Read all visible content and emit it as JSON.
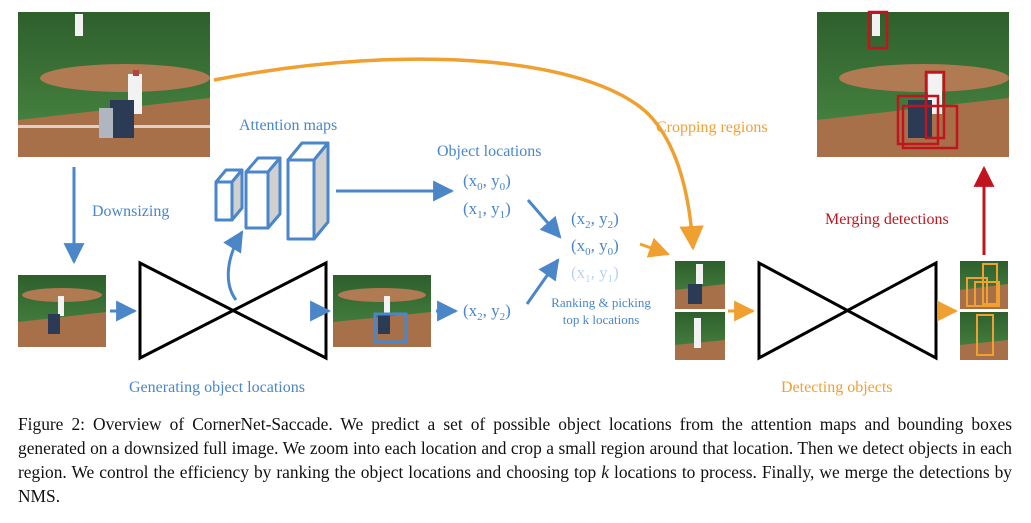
{
  "labels": {
    "attention_maps": "Attention maps",
    "downsizing": "Downsizing",
    "object_locations": "Object locations",
    "cropping_regions": "Cropping regions",
    "merging_detections": "Merging detections",
    "ranking_line1": "Ranking & picking",
    "ranking_line2": "top k locations",
    "generating": "Generating object locations",
    "detecting": "Detecting objects"
  },
  "coords": {
    "loc_0": {
      "x": "x",
      "xs": "0",
      "y": "y",
      "ys": "0"
    },
    "loc_1": {
      "x": "x",
      "xs": "1",
      "y": "y",
      "ys": "1"
    },
    "loc_2": {
      "x": "x",
      "xs": "2",
      "y": "y",
      "ys": "2"
    },
    "ranked": [
      {
        "x": "x",
        "xs": "2",
        "y": "y",
        "ys": "2"
      },
      {
        "x": "x",
        "xs": "0",
        "y": "y",
        "ys": "0"
      },
      {
        "x": "x",
        "xs": "1",
        "y": "y",
        "ys": "1"
      }
    ]
  },
  "caption": {
    "part1": "Figure 2: Overview of CornerNet-Saccade. We predict a set of possible object locations from the attention maps and bounding boxes generated on a downsized full image. We zoom into each location and crop a small region around that location. Then we detect objects in each region. We control the efficiency by ranking the object locations and choosing top ",
    "k": "k",
    "part2": " locations to process. Finally, we merge the detections by NMS."
  },
  "colors": {
    "blue": "#4a86c8",
    "orange": "#f0a030",
    "red": "#c0141e",
    "field_green": "#3f7a3a",
    "dirt": "#b07a52"
  }
}
